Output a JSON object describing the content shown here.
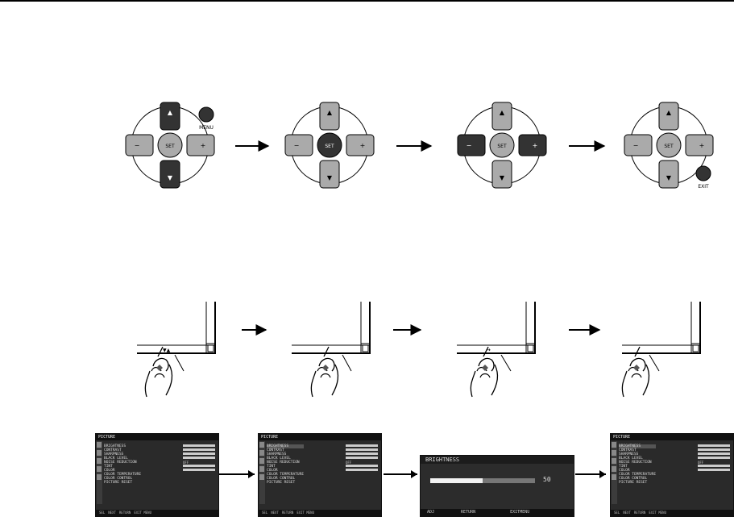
{
  "remote": {
    "labels": {
      "set": "SET",
      "menu": "MENU",
      "exit": "EXIT",
      "up": "▲",
      "down": "▼",
      "minus": "−",
      "plus": "+"
    }
  },
  "osd": {
    "title": "PICTURE",
    "items": [
      "BRIGHTNESS",
      "CONTRAST",
      "SHARPNESS",
      "BLACK LEVEL",
      "NOISE REDUCTION",
      "TINT",
      "COLOR",
      "COLOR TEMPERATURE",
      "COLOR CONTROL",
      "PICTURE RESET"
    ],
    "noise_value": "OFF",
    "footer": {
      "sel": "SEL",
      "next": "NEXT",
      "return": "RETURN",
      "exit": "EXIT MENU"
    }
  },
  "brightness_panel": {
    "title": "BRIGHTNESS",
    "value_text": "50",
    "value": 50,
    "footer": {
      "adj": "ADJ",
      "return": "RETURN",
      "exit": "EXITMENU"
    }
  }
}
